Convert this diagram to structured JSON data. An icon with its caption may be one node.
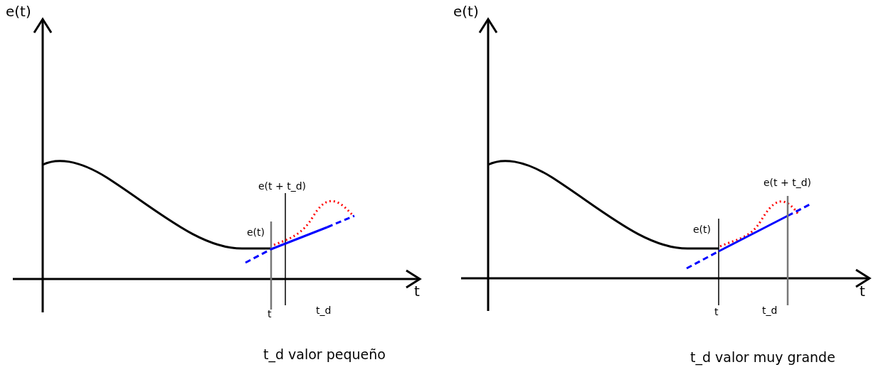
{
  "diagram": {
    "labels": [
      "e(t)",
      "e(t + t_d)",
      "e(t)",
      "t",
      "t",
      "t_d",
      "t_d valor pequeño",
      "e(t)",
      "e(t + t_d)",
      "e(t)",
      "t",
      "t",
      "t_d",
      "t_d valor muy grande"
    ]
  }
}
